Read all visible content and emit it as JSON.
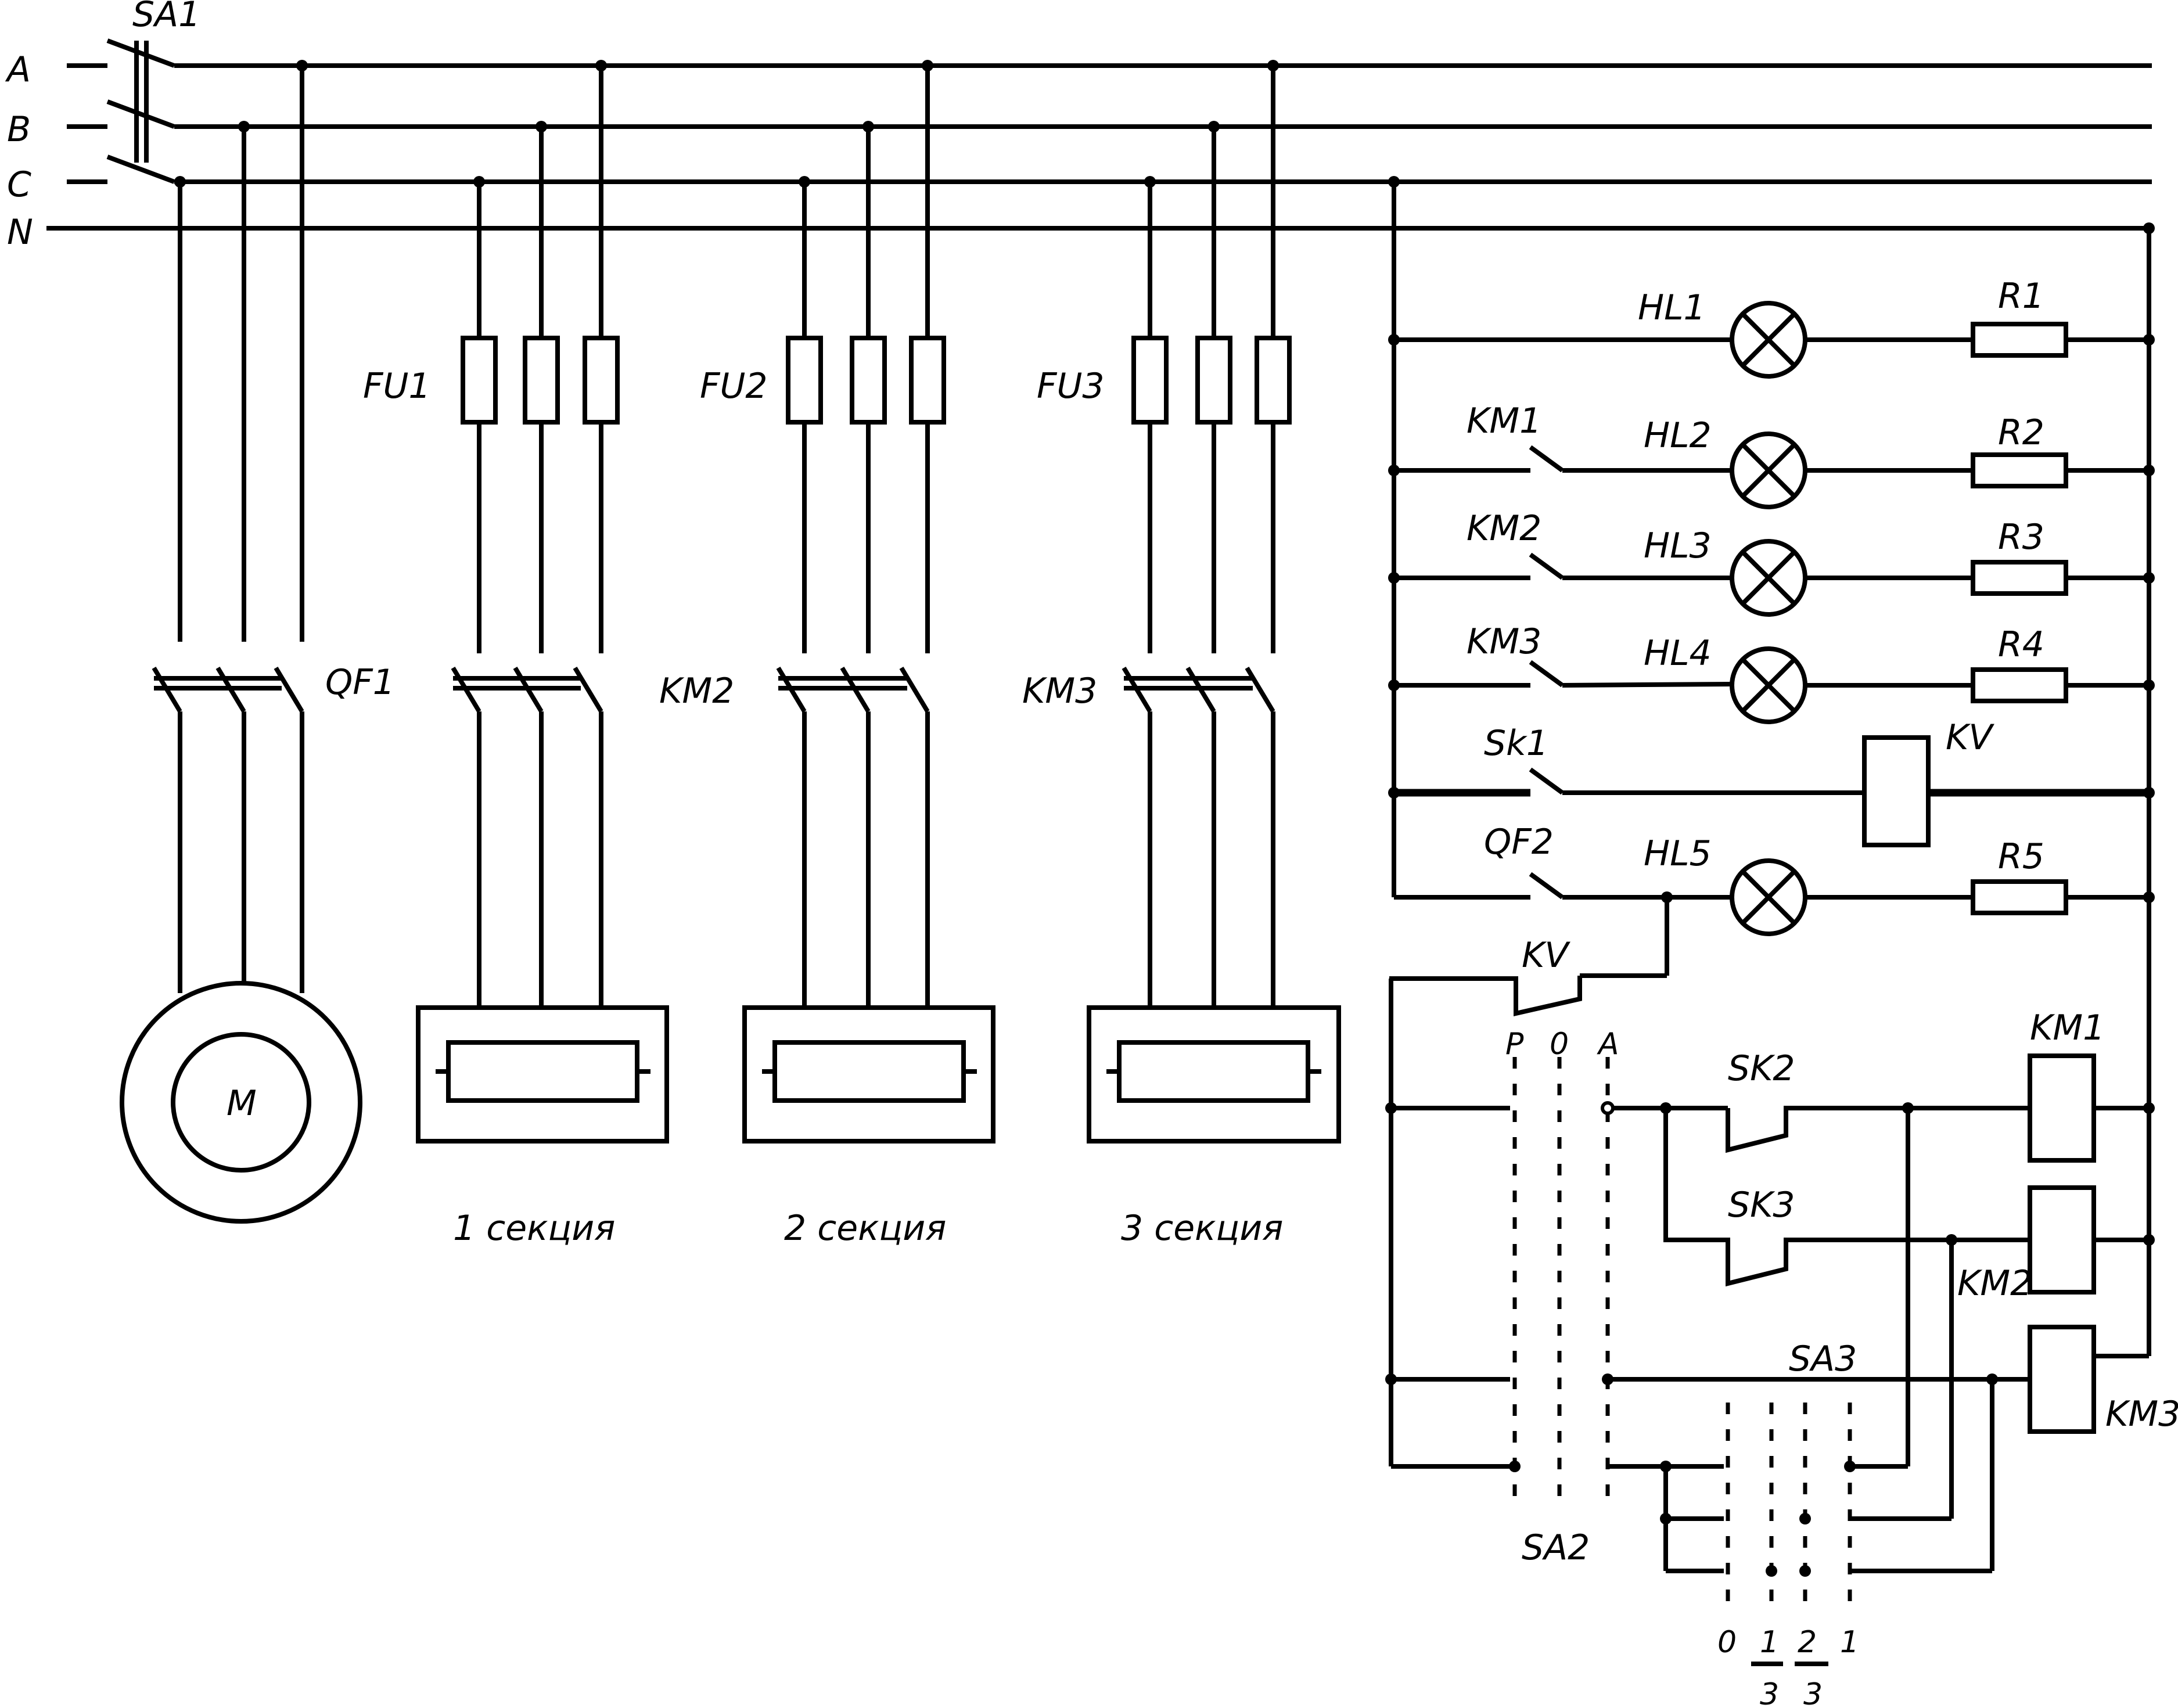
{
  "bus_labels": {
    "A": "A",
    "B": "B",
    "C": "C",
    "N": "N"
  },
  "labels": {
    "SA1": "SA1",
    "QF1": "QF1",
    "FU1": "FU1",
    "FU2": "FU2",
    "FU3": "FU3",
    "KM2_sec": "KM2",
    "KM3_sec": "KM3",
    "M": "M",
    "sec1": "1 секция",
    "sec2": "2 секция",
    "sec3": "3 секция",
    "HL1": "HL1",
    "HL2": "HL2",
    "HL3": "HL3",
    "HL4": "HL4",
    "HL5": "HL5",
    "R1": "R1",
    "R2": "R2",
    "R3": "R3",
    "R4": "R4",
    "R5": "R5",
    "KM1_c": "KM1",
    "KM2_c": "KM2",
    "KM3_c": "KM3",
    "Sk1": "Sk1",
    "KV_coil": "KV",
    "QF2": "QF2",
    "KV_contact": "KV",
    "P": "P",
    "O": "0",
    "A_pos": "A",
    "SK2": "SK2",
    "SK3": "SK3",
    "KM1_coil": "KM1",
    "KM2_coil": "KM2",
    "KM3_coil": "KM3",
    "SA3": "SA3",
    "SA2": "SA2",
    "pos0": "0",
    "pos1n": "1",
    "pos1d": "3",
    "pos2n": "2",
    "pos2d": "3",
    "pos1": "1"
  }
}
